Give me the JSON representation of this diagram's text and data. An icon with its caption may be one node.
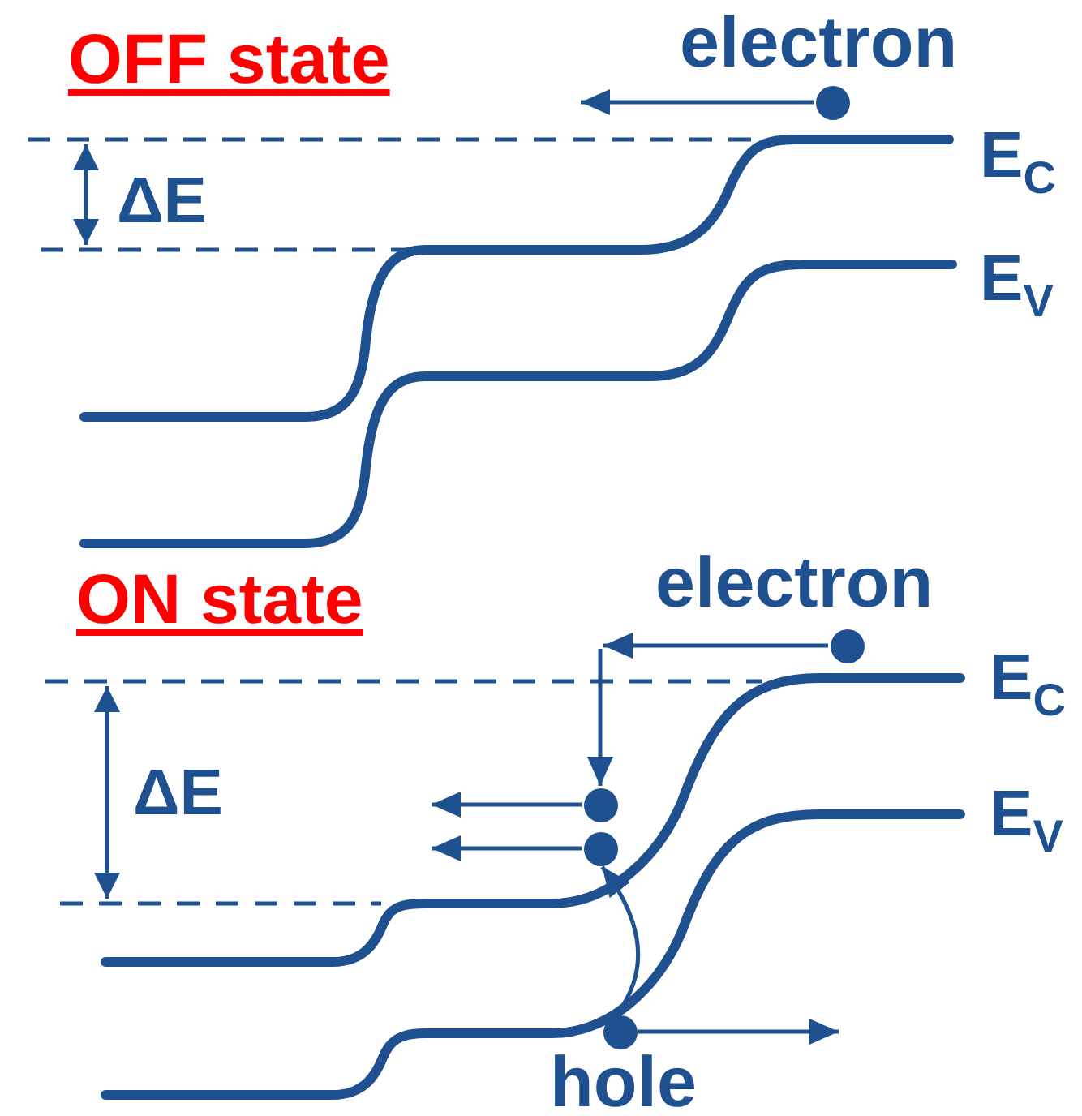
{
  "diagram": {
    "nodes": [
      {
        "text": [],
        "shape": "circle",
        "beside": [
          "electron"
        ]
      },
      {
        "text": [],
        "shape": "circle",
        "beside": [
          "electron"
        ]
      },
      {
        "text": [],
        "shape": "circle"
      },
      {
        "text": [],
        "shape": "circle"
      },
      {
        "text": [],
        "shape": "circle",
        "beside": [
          "hole"
        ]
      }
    ],
    "edges": [
      {
        "from": 0,
        "to": null,
        "arrow": "to"
      },
      {
        "from": 1,
        "to": null,
        "arrow": "to"
      },
      {
        "from": null,
        "to": 2,
        "arrow": "to"
      },
      {
        "from": 2,
        "to": null,
        "arrow": "to"
      },
      {
        "from": 3,
        "to": null,
        "arrow": "to"
      },
      {
        "from": 4,
        "to": 3,
        "arrow": "to"
      },
      {
        "from": 4,
        "to": null,
        "arrow": "to"
      }
    ],
    "labels": [
      "OFF state",
      "ΔE",
      "E$_{C}$",
      "E$_{V}$",
      "ON state",
      "ΔE",
      "E$_{C}$",
      "E$_{V}$"
    ]
  }
}
